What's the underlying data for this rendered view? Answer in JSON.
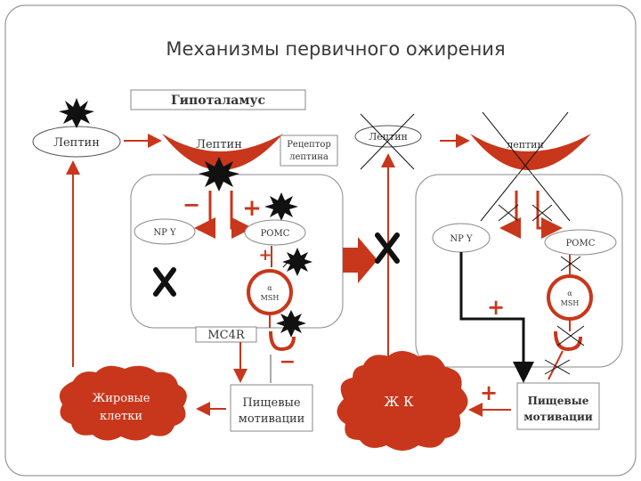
{
  "title": "Механизмы первичного ожирения",
  "colors": {
    "accent": "#c8371b",
    "outline": "#8a8a8a",
    "text": "#333333",
    "black": "#111111"
  },
  "left": {
    "hypothalamus": "Гипоталамус",
    "leptin_oval": "Лептин",
    "leptin_arc": "Лептин",
    "receptor_line1": "Рецептор",
    "receptor_line2": "лептина",
    "npy": "NP Y",
    "pomc": "POMC",
    "msh_alpha": "α",
    "msh": "MSH",
    "mc4r": "MC4R",
    "fat_line1": "Жировые",
    "fat_line2": "клетки",
    "food_line1": "Пищевые",
    "food_line2": "мотивации",
    "plus": "+",
    "minus": "−"
  },
  "right": {
    "leptin_crossed": "Лептин",
    "leptin_arc": "лептин",
    "npy": "NP Y",
    "pomc": "POMC",
    "msh_alpha": "α",
    "msh": "MSH",
    "zhk": "Ж К",
    "food_line1": "Пищевые",
    "food_line2": "мотивации",
    "plus": "+"
  }
}
